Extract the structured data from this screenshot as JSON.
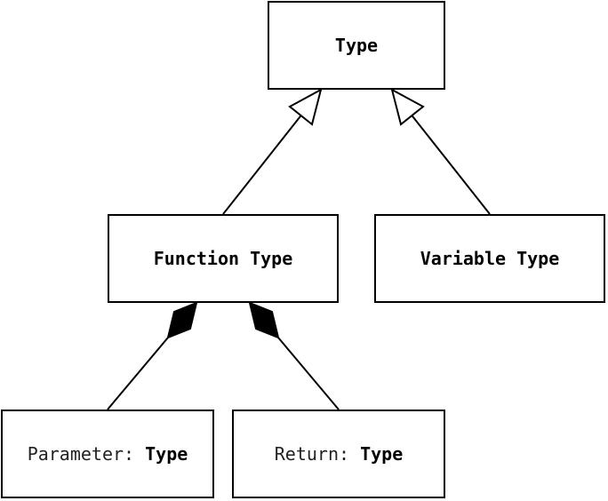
{
  "nodes": {
    "type": {
      "label": "Type"
    },
    "function_type": {
      "label": "Function Type"
    },
    "variable_type": {
      "label": "Variable Type"
    },
    "parameter": {
      "prefix": "Parameter: ",
      "type": "Type"
    },
    "return": {
      "prefix": "Return: ",
      "type": "Type"
    }
  },
  "edges": [
    {
      "from": "function_type",
      "to": "type",
      "kind": "inheritance"
    },
    {
      "from": "variable_type",
      "to": "type",
      "kind": "inheritance"
    },
    {
      "from": "parameter",
      "to": "function_type",
      "kind": "composition"
    },
    {
      "from": "return",
      "to": "function_type",
      "kind": "composition"
    }
  ],
  "colors": {
    "stroke": "#000000",
    "fill": "#ffffff",
    "text": "#000000"
  }
}
